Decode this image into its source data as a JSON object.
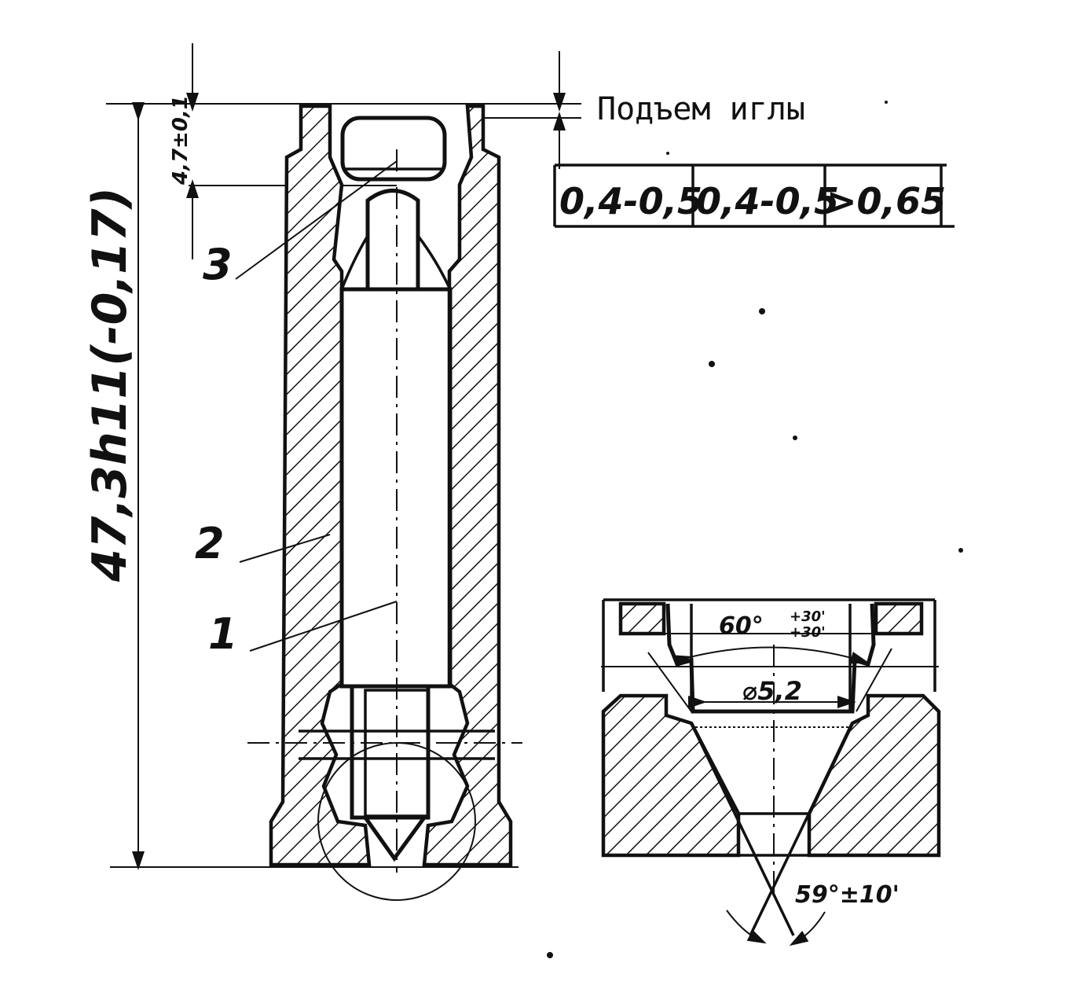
{
  "header": {
    "title": "Подъем иглы"
  },
  "table": {
    "cells": [
      "0,4-0,5",
      "0,4-0,5",
      ">0,65"
    ]
  },
  "dimensions": {
    "overall_length": "47,3h11(-0,17)",
    "top_offset": "4,7±0,1",
    "angle_top": "60°",
    "angle_top_tol_upper": "+30'",
    "angle_top_tol_lower": "+30'",
    "diameter": "⌀5,2",
    "angle_bottom": "59°±10'"
  },
  "callouts": {
    "part_1": "1",
    "part_2": "2",
    "part_3": "3"
  }
}
